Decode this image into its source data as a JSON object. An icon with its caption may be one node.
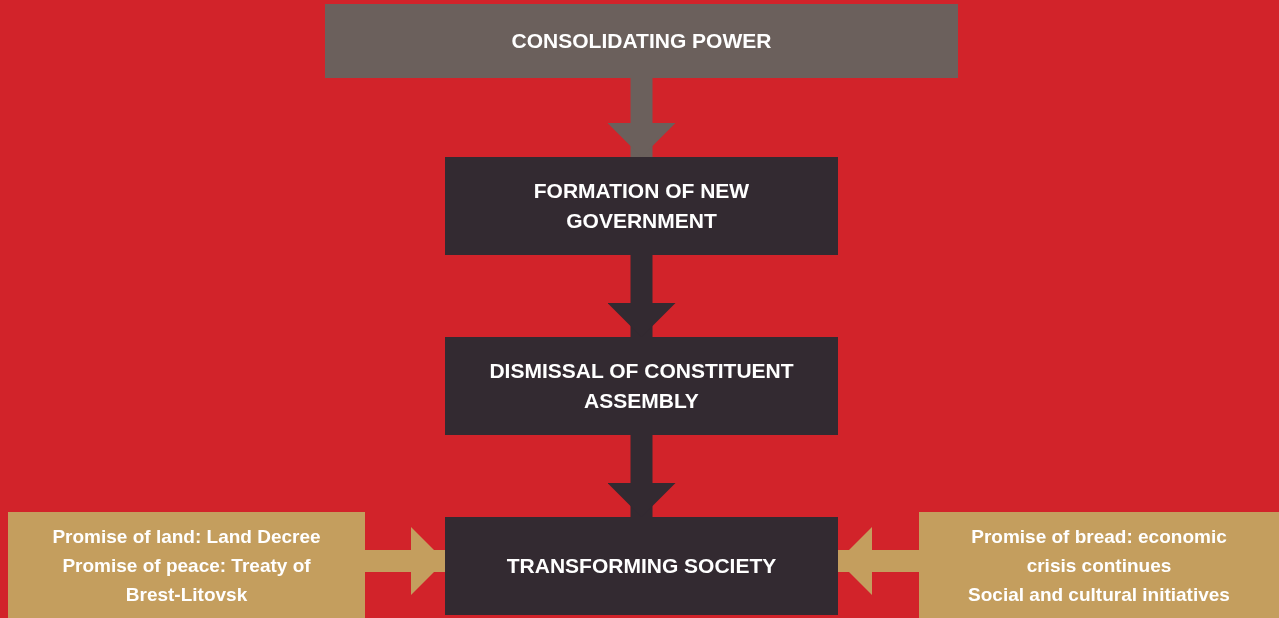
{
  "diagram": {
    "nodes": [
      {
        "text": [
          "CONSOLIDATING POWER"
        ]
      },
      {
        "text": [
          "FORMATION OF NEW GOVERNMENT"
        ]
      },
      {
        "text": [
          "DISMISSAL OF CONSTITUENT ASSEMBLY"
        ]
      },
      {
        "text": [
          "TRANSFORMING SOCIETY"
        ]
      },
      {
        "text": [
          "Promise of land: Land Decree",
          "Promise of peace: Treaty of Brest-Litovsk"
        ]
      },
      {
        "text": [
          "Promise of bread: economic crisis continues",
          "Social and cultural initiatives"
        ]
      }
    ],
    "edges": [
      {
        "from": 0,
        "to": 1,
        "arrow": "to",
        "color": "#6b605c"
      },
      {
        "from": 1,
        "to": 2,
        "arrow": "to",
        "color": "#332a31"
      },
      {
        "from": 2,
        "to": 3,
        "arrow": "to",
        "color": "#332a31"
      },
      {
        "from": 4,
        "to": 3,
        "arrow": "to",
        "color": "#c49e5e"
      },
      {
        "from": 5,
        "to": 3,
        "arrow": "to",
        "color": "#c49e5e"
      }
    ]
  }
}
